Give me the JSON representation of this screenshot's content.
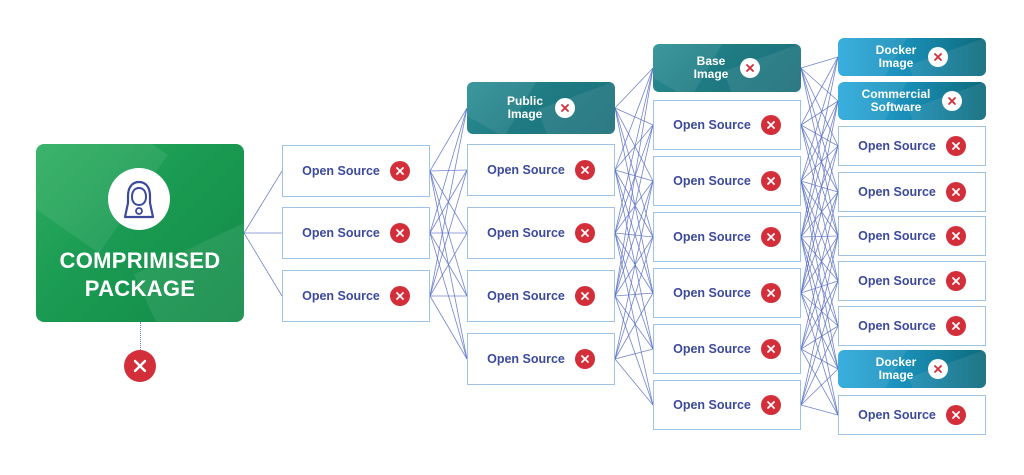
{
  "main": {
    "title_line1": "COMPRIMISED",
    "title_line2": "PACKAGE",
    "icon": "hacker-icon"
  },
  "box_label": "Open Source",
  "tiles": {
    "public_image": "Public\nImage",
    "base_image": "Base\nImage",
    "docker_image": "Docker\nImage",
    "commercial_software": "Commercial\nSoftware"
  },
  "colors": {
    "red_x": "#d32f3a",
    "box_text": "#3c4a9c",
    "box_border": "#9fc3e6",
    "main_green": "#1a9a52",
    "teal": "#1f7b83",
    "wire": "#5a6fc4"
  }
}
